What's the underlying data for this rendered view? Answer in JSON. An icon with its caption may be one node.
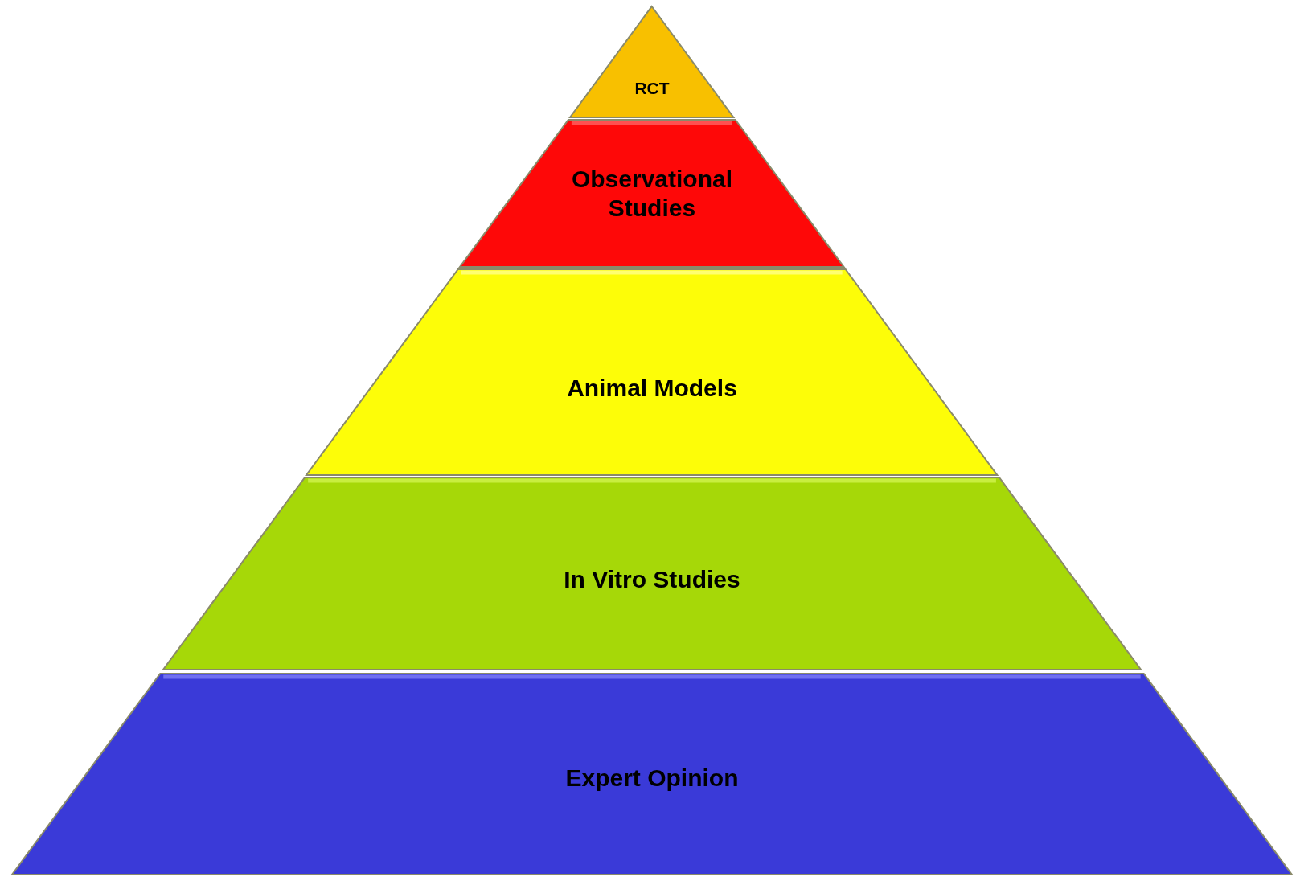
{
  "diagram": {
    "nodes": [
      {
        "text": [
          "RCT"
        ]
      },
      {
        "text": [
          "Observational Studies"
        ]
      },
      {
        "text": [
          "Animal Models"
        ]
      },
      {
        "text": [
          "In Vitro Studies"
        ]
      },
      {
        "text": [
          "Expert Opinion"
        ]
      }
    ]
  }
}
